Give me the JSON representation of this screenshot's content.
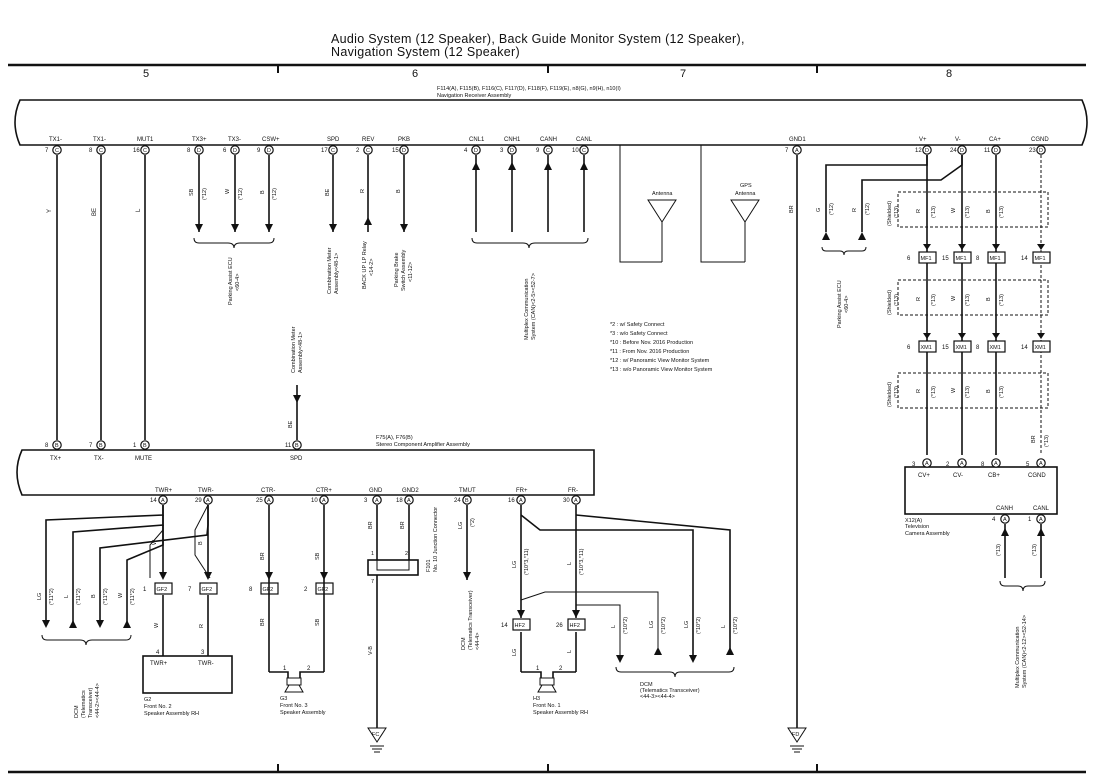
{
  "title": {
    "line1": "Audio System (12 Speaker),  Back Guide Monitor System (12 Speaker),",
    "line2": "Navigation System (12 Speaker)"
  },
  "columns": [
    "5",
    "6",
    "7",
    "8"
  ],
  "receiver": {
    "codes": "F114(A), F115(B), F116(C), F117(D), F118(F), F119(E), n8(G), n9(H), n10(I)",
    "name": "Navigation Receiver Assembly",
    "pins": [
      {
        "label": "TX1-",
        "num": "7",
        "conn": "C"
      },
      {
        "label": "TX1-",
        "num": "8",
        "conn": "C"
      },
      {
        "label": "MUT1",
        "num": "16",
        "conn": "C"
      },
      {
        "label": "TX3+",
        "num": "8",
        "conn": "D"
      },
      {
        "label": "TX3-",
        "num": "6",
        "conn": "D"
      },
      {
        "label": "CSW+",
        "num": "9",
        "conn": "D"
      },
      {
        "label": "SPD",
        "num": "17",
        "conn": "C"
      },
      {
        "label": "REV",
        "num": "2",
        "conn": "C"
      },
      {
        "label": "PKB",
        "num": "15",
        "conn": "D"
      },
      {
        "label": "CNL1",
        "num": "4",
        "conn": "D"
      },
      {
        "label": "CNH1",
        "num": "3",
        "conn": "D"
      },
      {
        "label": "CANH",
        "num": "9",
        "conn": "C"
      },
      {
        "label": "CANL",
        "num": "10",
        "conn": "C"
      },
      {
        "label": "GND1",
        "num": "7",
        "conn": "A"
      },
      {
        "label": "V+",
        "num": "12",
        "conn": "D"
      },
      {
        "label": "V-",
        "num": "24",
        "conn": "D"
      },
      {
        "label": "CA+",
        "num": "11",
        "conn": "D"
      },
      {
        "label": "CGND",
        "num": "23",
        "conn": "D"
      }
    ]
  },
  "wire_colors": {
    "y": "Y",
    "be": "BE",
    "l": "L",
    "sb": "SB",
    "w": "W",
    "b": "B",
    "r": "R",
    "br": "BR",
    "g": "G",
    "lg": "LG",
    "vb": "V-B"
  },
  "notes": {
    "n12": "(*12)",
    "n13": "(*13)",
    "n11_2": "(*11*2)",
    "n10_2": "(*10*2)",
    "n10_3_11": "(*10*3,*11)",
    "n2": "(*2)",
    "shielded": "(Shielded)"
  },
  "legend": [
    "*2 : w/ Safety Connect",
    "*3 : w/o Safety Connect",
    "*10 : Before Nov.  2016 Production",
    "*11 : From Nov.  2016 Production",
    "*12 : w/ Panoramic View Monitor System",
    "*13 : w/o Panoramic View Monitor System"
  ],
  "components": {
    "parking_assist": [
      "Parking Assist ECU",
      "<60-4>"
    ],
    "combo_meter": [
      "Combination Meter",
      "Assembly<48-1>"
    ],
    "backup_relay": [
      "BACK UP LP Relay",
      "<14-2>"
    ],
    "parking_brake": [
      "Parking Brake",
      "Switch Assembly",
      "<11-12>"
    ],
    "multiplex": [
      "Multiplex Communication",
      "System (CAN)<2-5><52-7>"
    ],
    "antenna": "Antenna",
    "gps": [
      "GPS",
      "Antenna"
    ],
    "parking_assist_r": [
      "Parking Assist ECU",
      "<60-4>"
    ],
    "combo_meter2": [
      "Combination Meter",
      "Assembly<48-1>"
    ],
    "multiplex_r": [
      "Multiplex Communication",
      "System (CAN)<2-12><52-14>"
    ],
    "dcm1": [
      "DCM",
      "(Telematics",
      "Transceiver)",
      "<44-2><44-4>"
    ],
    "dcm2": [
      "DCM",
      "(Telematics Transceiver)",
      "<44-4>"
    ],
    "dcm3": [
      "DCM",
      "(Telematics Transceiver)",
      "<44-3><44-4>"
    ]
  },
  "amplifier": {
    "codes": "F75(A), F76(B)",
    "name": "Stereo Component Amplifier Assembly",
    "top_pins": [
      {
        "label": "TX+",
        "num": "8",
        "conn": "B"
      },
      {
        "label": "TX-",
        "num": "7",
        "conn": "B"
      },
      {
        "label": "MUTE",
        "num": "1",
        "conn": "B"
      },
      {
        "label": "SPD",
        "num": "11",
        "conn": "B"
      }
    ],
    "bottom_pins": [
      {
        "label": "TWR+",
        "num": "14",
        "conn": "A"
      },
      {
        "label": "TWR-",
        "num": "29",
        "conn": "A"
      },
      {
        "label": "CTR-",
        "num": "25",
        "conn": "A"
      },
      {
        "label": "CTR+",
        "num": "10",
        "conn": "A"
      },
      {
        "label": "GND",
        "num": "3",
        "conn": "A"
      },
      {
        "label": "GND2",
        "num": "18",
        "conn": "A"
      },
      {
        "label": "TMUT",
        "num": "24",
        "conn": "B"
      },
      {
        "label": "FR+",
        "num": "16",
        "conn": "A"
      },
      {
        "label": "FR-",
        "num": "30",
        "conn": "A"
      }
    ]
  },
  "junction": {
    "code": "F101",
    "name": "No. 10 Junction Connector",
    "p1": "1",
    "p2": "2",
    "p7": "7"
  },
  "connectors": {
    "gf2": "GF2",
    "hf2": "HF2",
    "mf1": "MF1",
    "xm1": "XM1",
    "gf2_pins": [
      "1",
      "7",
      "8",
      "2"
    ],
    "hf2_pins": [
      "14",
      "26"
    ],
    "mf1_pins": [
      "6",
      "15",
      "8",
      "14"
    ],
    "xm1_pins": [
      "6",
      "15",
      "8",
      "14"
    ]
  },
  "speakers": {
    "g2": {
      "code": "G2",
      "name1": "Front No. 2",
      "name2": "Speaker Assembly RH",
      "p1": "TWR+",
      "p2": "TWR-",
      "n1": "4",
      "n2": "3"
    },
    "g3": {
      "code": "G3",
      "name1": "Front No. 3",
      "name2": "Speaker Assembly",
      "n1": "1",
      "n2": "2"
    },
    "h3": {
      "code": "H3",
      "name1": "Front No. 1",
      "name2": "Speaker Assembly RH",
      "n1": "1",
      "n2": "2"
    }
  },
  "camera": {
    "code": "X12(A)",
    "name1": "Television",
    "name2": "Camera Assembly",
    "pins": [
      {
        "label": "CV+",
        "num": "3",
        "conn": "A"
      },
      {
        "label": "CV-",
        "num": "2",
        "conn": "A"
      },
      {
        "label": "CB+",
        "num": "8",
        "conn": "A"
      },
      {
        "label": "CGND",
        "num": "5",
        "conn": "A"
      }
    ],
    "can": [
      {
        "label": "CANH",
        "num": "4",
        "conn": "A"
      },
      {
        "label": "CANL",
        "num": "1",
        "conn": "A"
      }
    ]
  },
  "grounds": {
    "fc": "FC",
    "fd": "FD"
  }
}
